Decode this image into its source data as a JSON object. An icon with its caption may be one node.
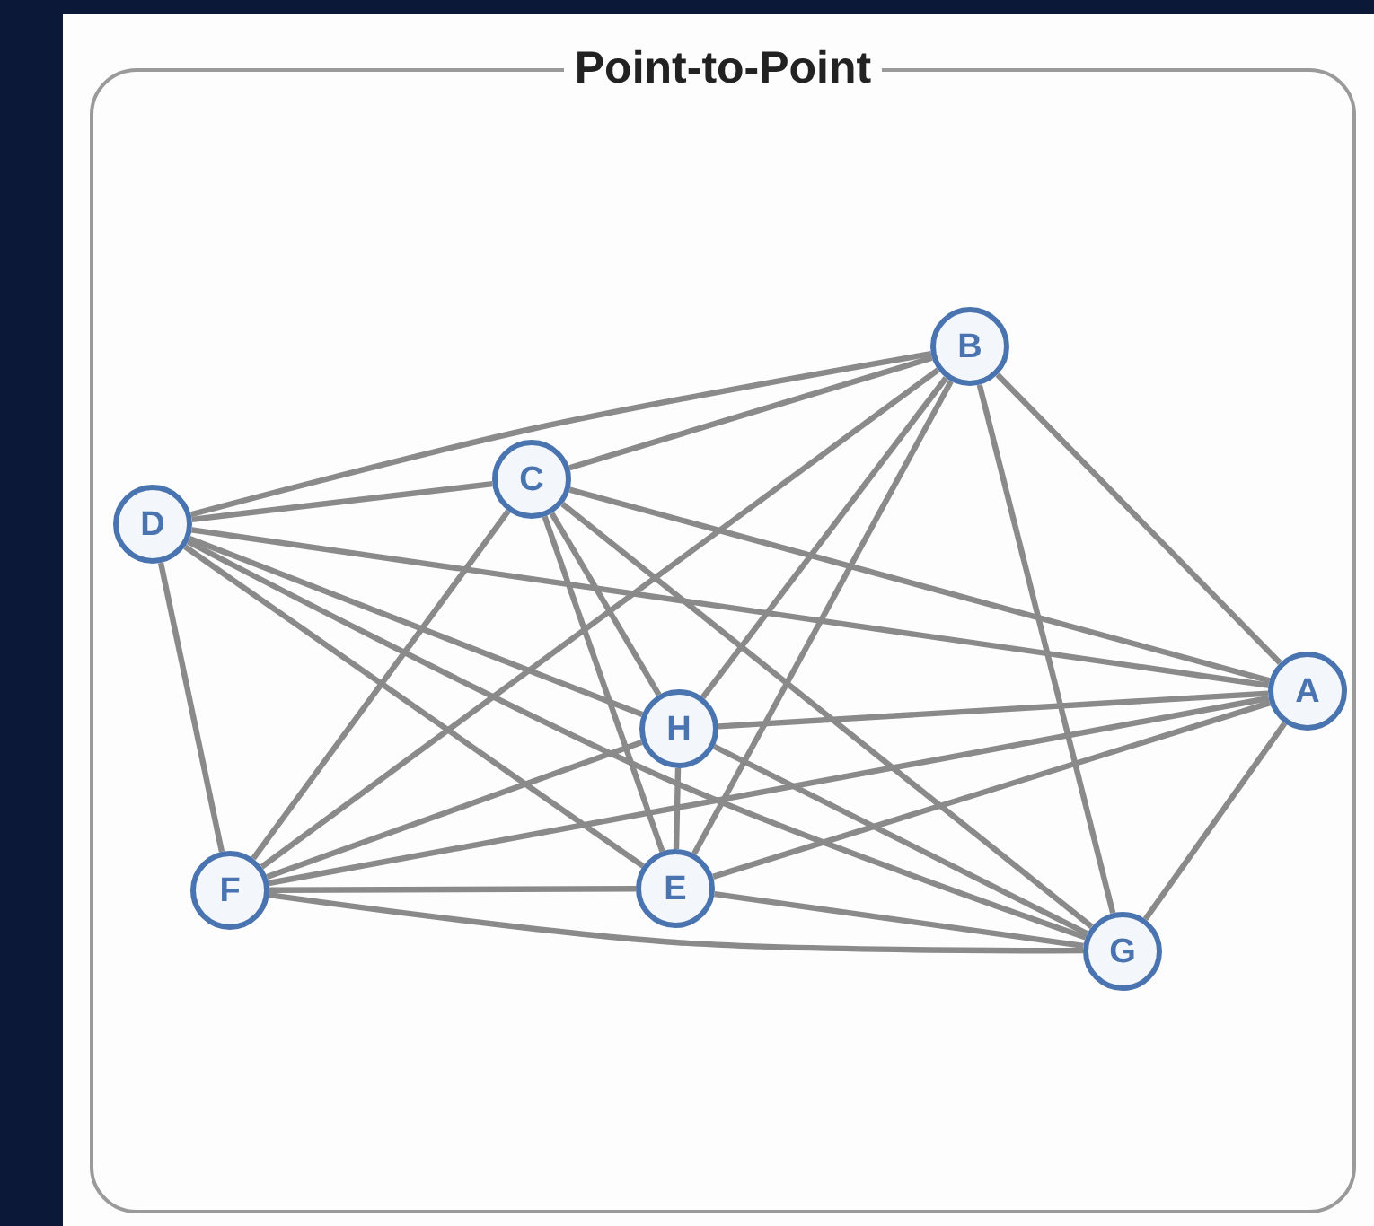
{
  "diagram": {
    "nodes": [
      {
        "text": [
          "Point-to-Point"
        ]
      },
      {
        "text": [
          "B"
        ],
        "in": 0
      },
      {
        "text": [
          "C"
        ],
        "in": 0
      },
      {
        "text": [
          "D"
        ],
        "in": 0
      },
      {
        "text": [
          "A"
        ],
        "in": 0
      },
      {
        "text": [
          "H"
        ],
        "in": 0
      },
      {
        "text": [
          "F"
        ],
        "in": 0
      },
      {
        "text": [
          "E"
        ],
        "in": 0
      },
      {
        "text": [
          "G"
        ],
        "in": 0
      }
    ],
    "edges": [
      {
        "from": 1,
        "to": 2,
        "arrow": "none"
      },
      {
        "from": 1,
        "to": 3,
        "arrow": "none"
      },
      {
        "from": 1,
        "to": 4,
        "arrow": "none"
      },
      {
        "from": 1,
        "to": 5,
        "arrow": "none"
      },
      {
        "from": 1,
        "to": 6,
        "arrow": "none"
      },
      {
        "from": 1,
        "to": 7,
        "arrow": "none"
      },
      {
        "from": 1,
        "to": 8,
        "arrow": "none"
      },
      {
        "from": 2,
        "to": 3,
        "arrow": "none"
      },
      {
        "from": 2,
        "to": 4,
        "arrow": "none"
      },
      {
        "from": 2,
        "to": 5,
        "arrow": "none"
      },
      {
        "from": 2,
        "to": 6,
        "arrow": "none"
      },
      {
        "from": 2,
        "to": 7,
        "arrow": "none"
      },
      {
        "from": 2,
        "to": 8,
        "arrow": "none"
      },
      {
        "from": 3,
        "to": 4,
        "arrow": "none"
      },
      {
        "from": 3,
        "to": 5,
        "arrow": "none"
      },
      {
        "from": 3,
        "to": 6,
        "arrow": "none"
      },
      {
        "from": 3,
        "to": 7,
        "arrow": "none"
      },
      {
        "from": 3,
        "to": 8,
        "arrow": "none"
      },
      {
        "from": 4,
        "to": 5,
        "arrow": "none"
      },
      {
        "from": 4,
        "to": 6,
        "arrow": "none"
      },
      {
        "from": 4,
        "to": 7,
        "arrow": "none"
      },
      {
        "from": 4,
        "to": 8,
        "arrow": "none"
      },
      {
        "from": 5,
        "to": 6,
        "arrow": "none"
      },
      {
        "from": 5,
        "to": 7,
        "arrow": "none"
      },
      {
        "from": 5,
        "to": 8,
        "arrow": "none"
      },
      {
        "from": 6,
        "to": 7,
        "arrow": "none"
      },
      {
        "from": 6,
        "to": 8,
        "arrow": "none"
      },
      {
        "from": 7,
        "to": 8,
        "arrow": "none"
      }
    ]
  }
}
